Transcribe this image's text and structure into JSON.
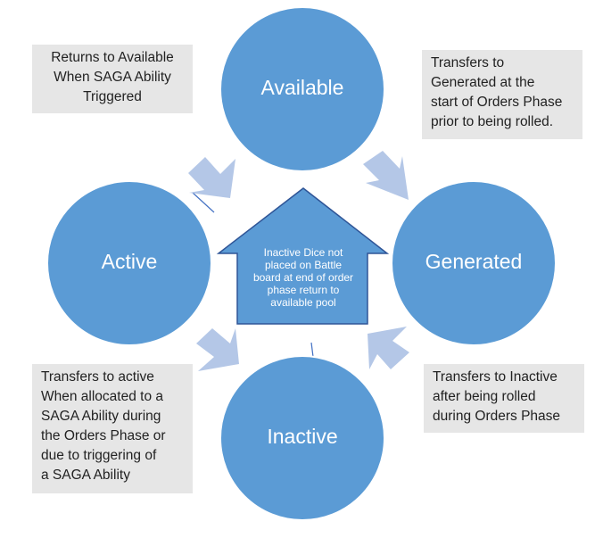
{
  "colors": {
    "node_fill": "#5b9bd5",
    "node_stroke": "#ffffff",
    "arrow_fill": "#b4c7e7",
    "house_fill": "#5b9bd5",
    "house_stroke": "#2f5597",
    "note_bg": "#e6e6e6",
    "line": "#4472c4"
  },
  "nodes": {
    "available": "Available",
    "generated": "Generated",
    "inactive": "Inactive",
    "active": "Active"
  },
  "center": {
    "lines": [
      "Inactive Dice not",
      "placed on Battle",
      "board at end of order",
      "phase return to",
      "available pool"
    ]
  },
  "notes": {
    "top_left": [
      "Returns to Available",
      "When SAGA Ability",
      "Triggered"
    ],
    "top_right": [
      "Transfers to",
      "Generated at the",
      "start of Orders Phase",
      "prior to being rolled."
    ],
    "bottom_right": [
      "Transfers to Inactive",
      "after being rolled",
      "during Orders Phase"
    ],
    "bottom_left": [
      "Transfers to active",
      "When allocated to a",
      "SAGA Ability during",
      "the Orders Phase or",
      "due to triggering of",
      "a SAGA Ability"
    ]
  }
}
